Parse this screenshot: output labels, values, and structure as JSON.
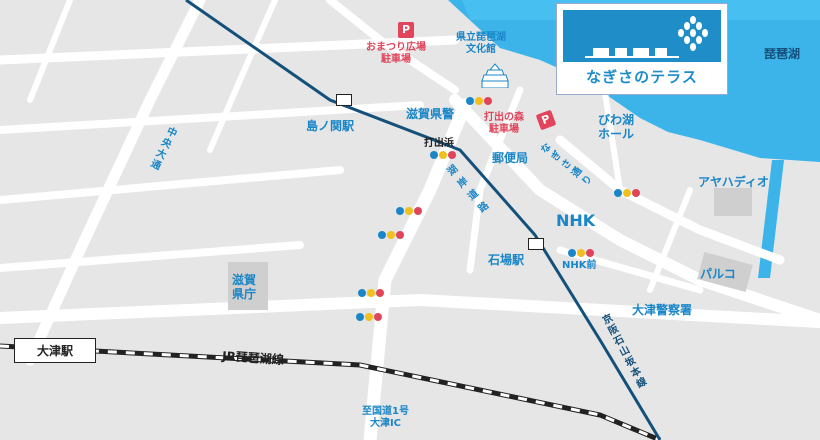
{
  "map": {
    "logo": {
      "name": "なぎさのテラス"
    },
    "labels": {
      "lake_biwa": "琵琶湖",
      "museum": "県立琵琶湖\n文化館",
      "omatsuri_parking": "おまつり広場\n駐車場",
      "uchide_parking": "打出の森\n駐車場",
      "shiga_police": "滋賀県警",
      "uchidehama": "打出浜",
      "biwako_hall": "びわ湖\nホール",
      "post_office": "郵便局",
      "ayahadio": "アヤハディオ",
      "nhk": "NHK",
      "nhk_mae": "NHK前",
      "parco": "パルコ",
      "otsu_police": "大津警察署",
      "shiga_office": "滋賀\n県庁",
      "national_route": "至国道1号\n大津IC",
      "shimanoseki_station": "島ノ関駅",
      "ishiba_station": "石場駅",
      "otsu_station": "大津駅",
      "jr_line": "JR琵琶湖線",
      "keihan_line": "京阪石山坂本線",
      "chuo_odori": "中央大通",
      "kogan_doro": "湖岸道路",
      "nagisa_dori": "なぎさ通り"
    },
    "colors": {
      "water": "#3cb4ea",
      "road": "#ffffff",
      "block": "#e6e6e6",
      "brand_blue": "#1f8dc8",
      "parking_red": "#e0455c",
      "rail_keihan": "#13507a"
    },
    "icons": {
      "parking": "P",
      "traffic_light": "traffic-light",
      "castle": "castle"
    }
  }
}
